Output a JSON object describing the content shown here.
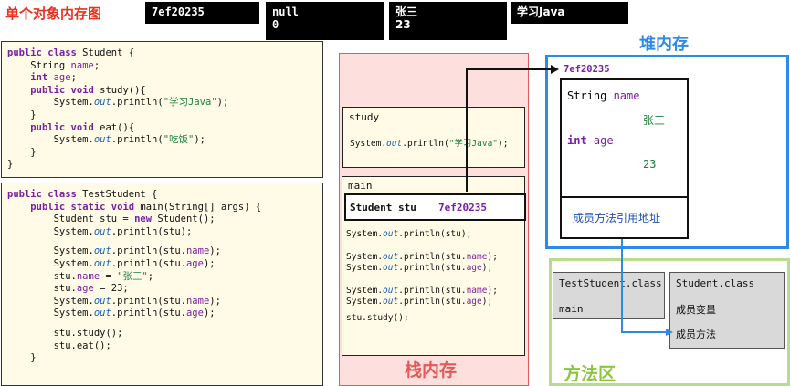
{
  "title": "单个对象内存图",
  "console": [
    {
      "line1": "7ef20235",
      "line2": ""
    },
    {
      "line1": "null",
      "line2": "0"
    },
    {
      "line1": "张三",
      "line2": "23"
    },
    {
      "line1": "学习Java",
      "line2": ""
    }
  ],
  "code1": {
    "l1a": "public class",
    "l1b": " Student {",
    "l2a": "    String ",
    "l2b": "name",
    "l2c": ";",
    "l3a": "    ",
    "l3b": "int",
    "l3c": " ",
    "l3d": "age",
    "l3e": ";",
    "l4a": "    ",
    "l4b": "public void",
    "l4c": " study(){",
    "l5a": "        System.",
    "l5b": "out",
    "l5c": ".println(",
    "l5d": "\"学习Java\"",
    "l5e": ");",
    "l6": "    }",
    "l7a": "    ",
    "l7b": "public void",
    "l7c": " eat(){",
    "l8a": "        System.",
    "l8b": "out",
    "l8c": ".println(",
    "l8d": "\"吃饭\"",
    "l8e": ");",
    "l9": "    }",
    "l10": "}"
  },
  "code2": {
    "l1a": "public class",
    "l1b": " TestStudent {",
    "l2a": "    ",
    "l2b": "public static void",
    "l2c": " main(String[] args) {",
    "l3a": "        Student stu = ",
    "l3b": "new",
    "l3c": " Student();",
    "l4a": "        System.",
    "l4b": "out",
    "l4c": ".println(stu);",
    "l5a": "        System.",
    "l5b": "out",
    "l5c": ".println(stu.",
    "l5d": "name",
    "l5e": ");",
    "l6a": "        System.",
    "l6b": "out",
    "l6c": ".println(stu.",
    "l6d": "age",
    "l6e": ");",
    "l7a": "        stu.",
    "l7b": "name",
    "l7c": " = ",
    "l7d": "\"张三\"",
    "l7e": ";",
    "l8a": "        stu.",
    "l8b": "age",
    "l8c": " = 23;",
    "l9a": "        System.",
    "l9b": "out",
    "l9c": ".println(stu.",
    "l9d": "name",
    "l9e": ");",
    "l10a": "        System.",
    "l10b": "out",
    "l10c": ".println(stu.",
    "l10d": "age",
    "l10e": ");",
    "l11": "        stu.study();",
    "l12": "        stu.eat();",
    "l13": "    }"
  },
  "stack": {
    "label": "栈内存",
    "study_frame": {
      "name": "study",
      "a": "System.",
      "b": "out",
      "c": ".println(",
      "d": "\"学习Java\"",
      "e": ");"
    },
    "main_frame": {
      "name": "main",
      "var_label": "Student stu",
      "var_value": "7ef20235",
      "p1a": "System.",
      "p1b": "out",
      "p1c": ".println(stu);",
      "p2a": "System.",
      "p2b": "out",
      "p2c": ".println(stu.",
      "p2d": "name",
      "p2e": ");",
      "p3a": "System.",
      "p3b": "out",
      "p3c": ".println(stu.",
      "p3d": "age",
      "p3e": ");",
      "p4a": "System.",
      "p4b": "out",
      "p4c": ".println(stu.",
      "p4d": "name",
      "p4e": ");",
      "p5a": "System.",
      "p5b": "out",
      "p5c": ".println(stu.",
      "p5d": "age",
      "p5e": ");",
      "p6": "stu.study();"
    }
  },
  "heap": {
    "label": "堆内存",
    "address": "7ef20235",
    "field1_type": "String ",
    "field1_name": "name",
    "field1_value": "张三",
    "field2_type": "int ",
    "field2_name": "age",
    "field2_value": "23",
    "method_ref": "成员方法引用地址"
  },
  "method_area": {
    "label": "方法区",
    "test_class": "TestStudent.class",
    "test_method": "main",
    "student_class": "Student.class",
    "student_vars": "成员变量",
    "student_methods": "成员方法"
  },
  "colors": {
    "title": "#e8321e",
    "stack_border": "#e05a5a",
    "stack_fill": "#fde0dd",
    "heap_border": "#2b8be6",
    "method_border": "#b6dc8c",
    "keyword": "#7a1fa2",
    "string": "#1a7f3c"
  }
}
